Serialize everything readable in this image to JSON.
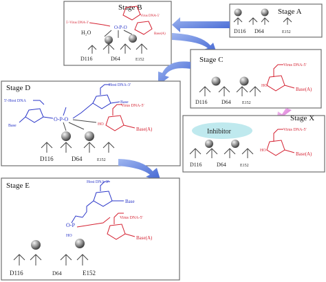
{
  "stages": {
    "a": {
      "title": "Stage A",
      "residues": [
        "D116",
        "D64",
        "E152"
      ]
    },
    "b": {
      "title": "Stage B",
      "water": "H₂O",
      "residues": [
        "D116",
        "D64",
        "E152"
      ],
      "virus_label": "Virus DNA-5'",
      "virus_label2": "5'-Virus DNA-3'",
      "base": "Base(A)"
    },
    "c": {
      "title": "Stage C",
      "residues": [
        "D116",
        "D64",
        "E152"
      ],
      "virus_label": "Virus DNA-5'",
      "ho": "HO",
      "base": "Base(A)"
    },
    "d": {
      "title": "Stage D",
      "residues": [
        "D116",
        "D64",
        "E152"
      ],
      "host_label": "Host DNA-3'",
      "host_label2": "5'-Host DNA",
      "base_blue": "Base",
      "base_blue2": "Base",
      "virus_label": "Virus DNA-5'",
      "ho": "HO",
      "base": "Base(A)"
    },
    "x": {
      "title": "Stage X",
      "inhibitor": "Inhibitor",
      "residues": [
        "D116",
        "D64",
        "E152"
      ],
      "virus_label": "Virus DNA-5'",
      "ho": "HO",
      "base": "Base(A)"
    },
    "e": {
      "title": "Stage E",
      "residues": [
        "D116",
        "D64",
        "E152"
      ],
      "host_label": "Host DNA-3'",
      "base_blue": "Base",
      "virus_label": "Virus DNA-5'",
      "ho": "HO",
      "base": "Base(A)"
    }
  },
  "colors": {
    "virus": "#d41e2e",
    "host": "#2733c8",
    "arrow": "#4a6fd6",
    "arrow_x": "#d86ad0",
    "inhibitor": "#bfe9ee"
  }
}
